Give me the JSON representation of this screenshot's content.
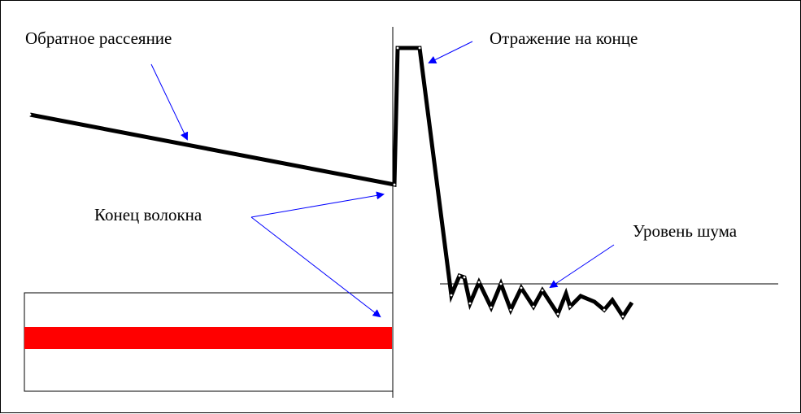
{
  "labels": {
    "backscatter": "Обратное рассеяние",
    "end_reflection": "Отражение на конце",
    "fiber_end": "Конец волокна",
    "noise_level": "Уровень шума"
  },
  "colors": {
    "trace": "#000000",
    "arrow": "#0000ff",
    "fiber": "#ff0000",
    "outline": "#000000",
    "background": "#ffffff"
  },
  "elements": {
    "trace": "reflectogram-trace",
    "fiber": "fiber-strip",
    "arrow_icon": "arrow-icon"
  }
}
